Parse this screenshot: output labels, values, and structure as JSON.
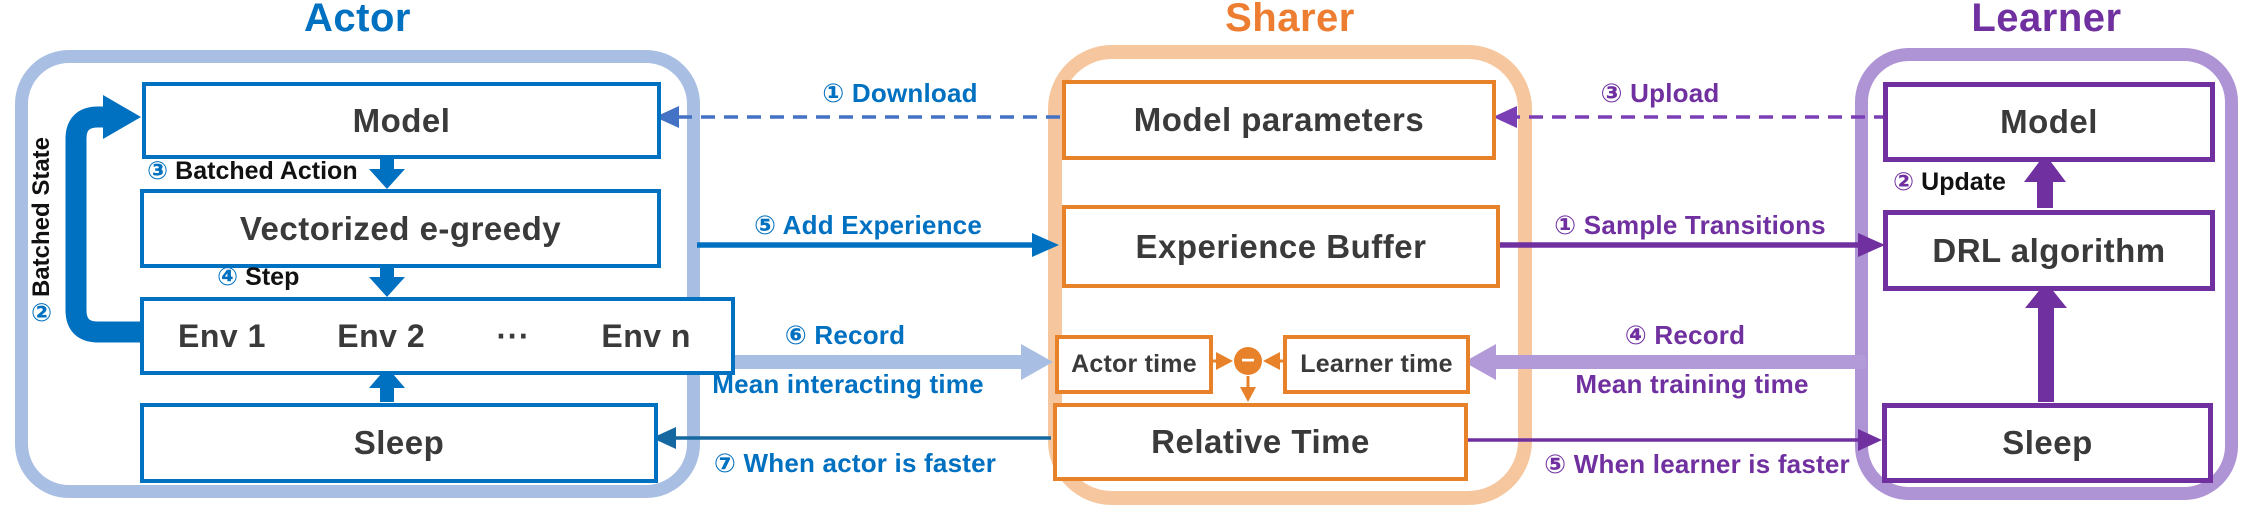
{
  "actor": {
    "title": "Actor",
    "model": "Model",
    "vectorized_egreedy": "Vectorized e-greedy",
    "env_items": {
      "env1": "Env 1",
      "env2": "Env 2",
      "dots": "···",
      "envn": "Env n"
    },
    "sleep": "Sleep",
    "batched_state": {
      "num": "②",
      "text": "Batched State"
    },
    "batched_action": {
      "num": "③",
      "text": "Batched Action"
    },
    "step": {
      "num": "④",
      "text": "Step"
    }
  },
  "sharer": {
    "title": "Sharer",
    "model_parameters": "Model parameters",
    "experience_buffer": "Experience Buffer",
    "actor_time": "Actor time",
    "learner_time": "Learner time",
    "relative_time": "Relative Time",
    "minus_operator": "−"
  },
  "learner": {
    "title": "Learner",
    "model": "Model",
    "drl_algorithm": "DRL algorithm",
    "sleep": "Sleep",
    "update": {
      "num": "②",
      "text": "Update"
    }
  },
  "flows": {
    "download": "① Download",
    "add_experience": "⑤ Add Experience",
    "record_interacting": "⑥ Record",
    "mean_interacting_time": "Mean interacting time",
    "when_actor_is_faster": "⑦ When actor is faster",
    "upload": "③ Upload",
    "sample_transitions": "① Sample Transitions",
    "record_training": "④ Record",
    "mean_training_time": "Mean training time",
    "when_learner_is_faster": "⑤ When learner is faster"
  },
  "colors": {
    "actor_blue": "#0070C0",
    "actor_container": "#A8BEE3",
    "sharer_box_orange": "#E8822A",
    "sharer_title_orange": "#ED7D31",
    "sharer_container": "#F6C79E",
    "learner_purple": "#7030A0",
    "learner_container": "#AE93D5",
    "learner_record_arrow": "#B29AD8",
    "download_dash_blue": "#4472C4",
    "upload_dash_purple": "#7B3FB5",
    "text_dark": "#3A3A3A"
  }
}
